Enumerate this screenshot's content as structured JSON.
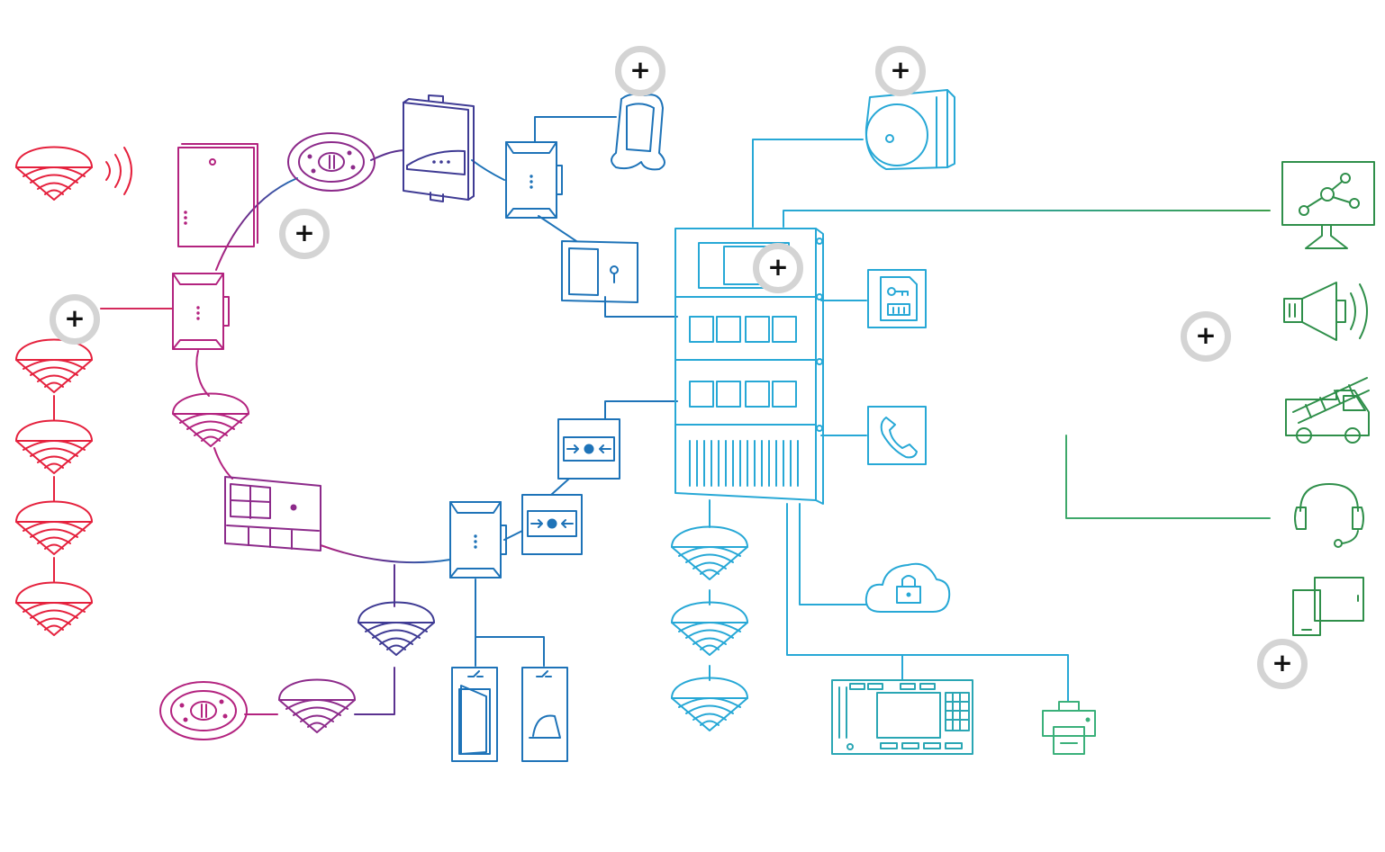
{
  "hotspots": [
    {
      "id": "hotspot-1",
      "label": "+"
    },
    {
      "id": "hotspot-2",
      "label": "+"
    },
    {
      "id": "hotspot-3",
      "label": "+"
    },
    {
      "id": "hotspot-4",
      "label": "+"
    },
    {
      "id": "hotspot-5",
      "label": "+"
    },
    {
      "id": "hotspot-6",
      "label": "+"
    },
    {
      "id": "hotspot-7",
      "label": "+"
    }
  ],
  "palette": {
    "red": "#e5213d",
    "magenta": "#b3237f",
    "purple": "#5b3290",
    "blue": "#1e73b8",
    "cyan": "#27a8d6",
    "teal": "#2ea89a",
    "green": "#3c9e4c",
    "hotspot_ring": "#d4d4d4"
  },
  "icons": [
    "smoke-detector-icon",
    "wireless-signal-icon",
    "panel-box-icon",
    "beam-detector-icon",
    "interface-module-icon",
    "flame-detector-icon",
    "key-switch-icon",
    "call-point-icon",
    "fire-control-panel-icon",
    "aspirating-detector-icon",
    "network-icon",
    "siren-icon",
    "fire-truck-icon",
    "headset-icon",
    "mobile-devices-icon",
    "key-depot-icon",
    "telephone-icon",
    "cloud-lock-icon",
    "operator-terminal-icon",
    "printer-icon",
    "door-icon",
    "hatch-icon",
    "keypad-panel-icon"
  ]
}
